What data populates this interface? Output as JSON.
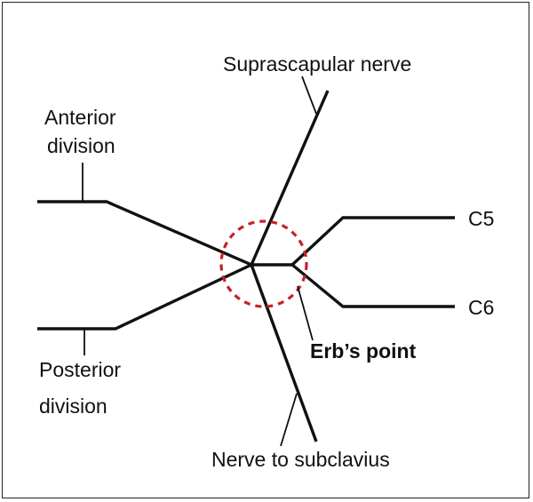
{
  "labels": {
    "suprascapular": "Suprascapular nerve",
    "anterior_line1": "Anterior",
    "anterior_line2": "division",
    "c5": "C5",
    "c6": "C6",
    "erbs_point": "Erb’s point",
    "posterior_line1": "Posterior",
    "posterior_line2": "division",
    "subclavius": "Nerve to subclavius"
  },
  "colors": {
    "nerve": "#111111",
    "highlight_circle": "#c8202a"
  }
}
